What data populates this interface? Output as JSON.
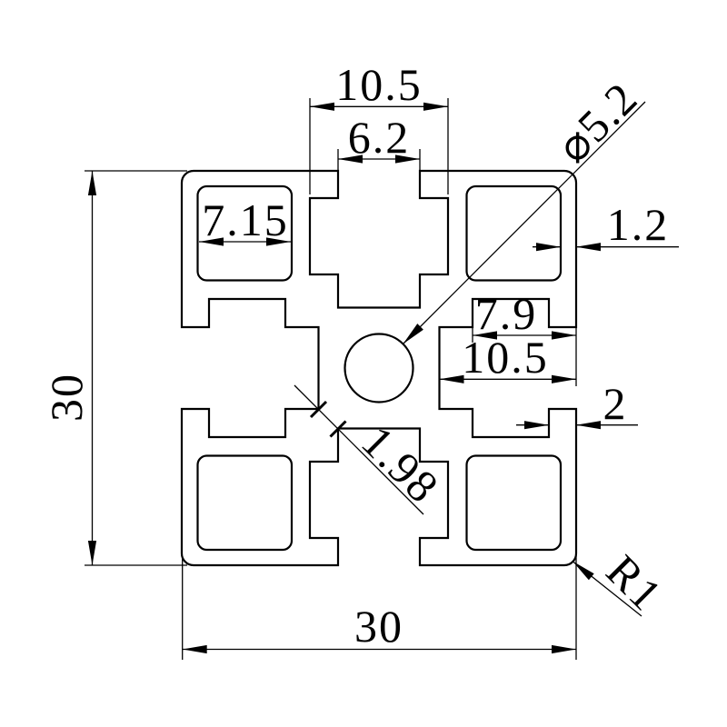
{
  "dimensions": {
    "top_slot_width": "10.5",
    "top_slot_opening": "6.2",
    "center_hole": "⌀5.2",
    "corner_cavity_width": "7.15",
    "side_wall_thickness": "1.2",
    "right_slot_depth": "7.9",
    "right_slot_width": "10.5",
    "slot_lip_thickness": "2",
    "diagonal_web_thickness": "1.98",
    "profile_height": "30",
    "profile_width": "30",
    "corner_radius": "R1"
  },
  "colors": {
    "line": "#000000",
    "background": "#ffffff"
  }
}
